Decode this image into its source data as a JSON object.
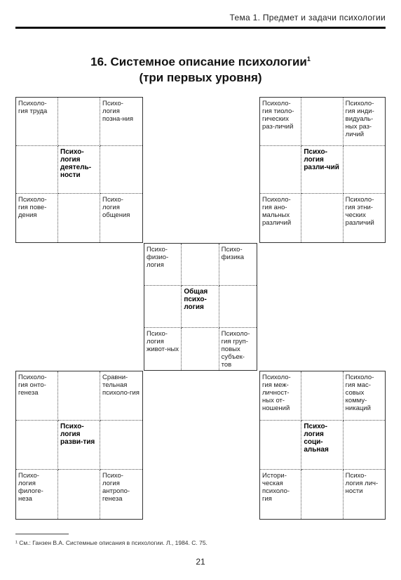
{
  "header": {
    "running_title": "Тема 1. Предмет и задачи психологии"
  },
  "title": {
    "line1": "16. Системное описание психологии",
    "footnote_mark": "1",
    "line2": "(три первых уровня)"
  },
  "grids": [
    {
      "id": "top-left",
      "cells": [
        "Психоло-гия труда",
        "",
        "Психо-логия позна-ния",
        "",
        "Психо-логия деятель-ности",
        "",
        "Психоло-гия пове-дения",
        "",
        "Психо-логия общения"
      ]
    },
    {
      "id": "top-right",
      "cells": [
        "Психоло-гия тиоло-гических раз-личий",
        "",
        "Психоло-гия инди-видуаль-ных раз-личий",
        "",
        "Психо-логия разли-чий",
        "",
        "Психоло-гия ано-мальных различий",
        "",
        "Психоло-гия этни-ческих различий"
      ]
    },
    {
      "id": "center",
      "cells": [
        "Психо-физио-логия",
        "",
        "Психо-физика",
        "",
        "Общая психо-логия",
        "",
        "Психо-логия живот-ных",
        "",
        "Психоло-гия груп-повых субъек-тов"
      ]
    },
    {
      "id": "bottom-left",
      "cells": [
        "Психоло-гия онто-генеза",
        "",
        "Сравни-тельная психоло-гия",
        "",
        "Психо-логия разви-тия",
        "",
        "Психо-логия филоге-неза",
        "",
        "Психо-логия антропо-генеза"
      ]
    },
    {
      "id": "bottom-right",
      "cells": [
        "Психоло-гия меж-личност-ных от-ношений",
        "",
        "Психоло-гия мас-совых комму-никаций",
        "",
        "Психо-логия соци-альная",
        "",
        "Истори-ческая психоло-гия",
        "",
        "Психо-логия лич-ности"
      ]
    }
  ],
  "footnote": {
    "text": "¹ См.: Ганзен В.А. Системные описания в психологии. Л., 1984. С. 75."
  },
  "page": {
    "number": "21"
  }
}
